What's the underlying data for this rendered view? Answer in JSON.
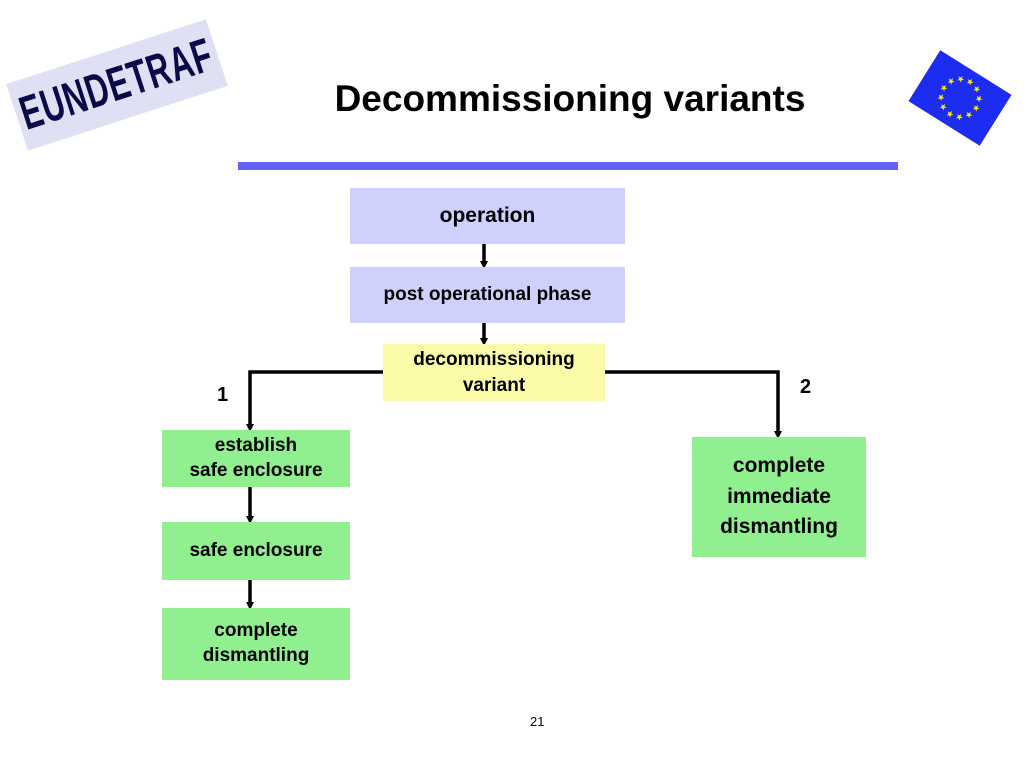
{
  "logo": {
    "text": "EUNDETRAF"
  },
  "title": "Decommissioning variants",
  "nodes": {
    "operation": "operation",
    "post_operational": "post operational phase",
    "decommissioning_variant": "decommissioning\nvariant",
    "establish_safe_enclosure": "establish\nsafe enclosure",
    "safe_enclosure": "safe enclosure",
    "complete_dismantling": "complete\ndismantling",
    "complete_immediate_dismantling": "complete\nimmediate\ndismantling"
  },
  "branch_labels": {
    "left": "1",
    "right": "2"
  },
  "page_number": "21",
  "colors": {
    "title_rule": "#6464f0",
    "box_blue": "#d0d0fc",
    "box_yellow": "#fcfca8",
    "box_green": "#90f090",
    "flag_blue": "#1c2cf0",
    "flag_stars": "#f8e81c"
  },
  "icons": {
    "flag": "eu-flag-icon"
  }
}
